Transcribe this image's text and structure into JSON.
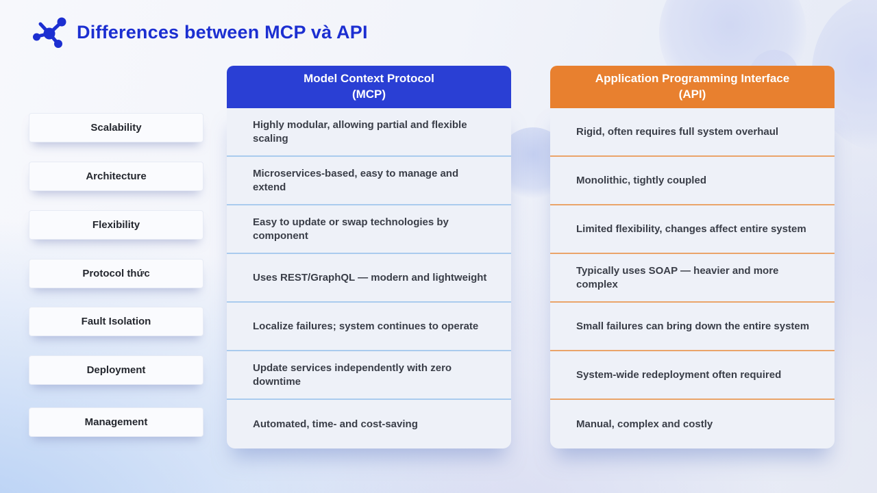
{
  "title": {
    "text": "Differences between MCP và API",
    "icon": "molecule-icon"
  },
  "row_labels": [
    "Scalability",
    "Architecture",
    "Flexibility",
    "Protocol thức",
    "Fault Isolation",
    "Deployment",
    "Management"
  ],
  "columns": [
    {
      "header": {
        "line1": "Model Context Protocol",
        "line2": "(MCP)"
      },
      "accent": "#2a3fd4",
      "divider": "#a9cbee",
      "cells": [
        "Highly modular, allowing partial and flexible scaling",
        "Microservices-based, easy to manage and extend",
        "Easy to update or swap technologies by component",
        "Uses REST/GraphQL — modern and lightweight",
        "Localize failures; system continues to operate",
        "Update services independently with zero downtime",
        "Automated, time- and cost-saving"
      ]
    },
    {
      "header": {
        "line1": "Application Programming Interface",
        "line2": "(API)"
      },
      "accent": "#e8802f",
      "divider": "#eaa469",
      "cells": [
        "Rigid, often requires full system overhaul",
        "Monolithic, tightly coupled",
        "Limited flexibility, changes affect entire system",
        "Typically uses SOAP — heavier and more complex",
        "Small failures can bring down the entire system",
        "System-wide redeployment often required",
        "Manual, complex and costly"
      ]
    }
  ],
  "colors": {
    "title_text": "#1c2fd1",
    "mcp_header_bg": "#2a3fd4",
    "api_header_bg": "#e8802f",
    "panel_bg": "#eef1f8",
    "mcp_divider": "#a9cbee",
    "api_divider": "#eaa469"
  }
}
